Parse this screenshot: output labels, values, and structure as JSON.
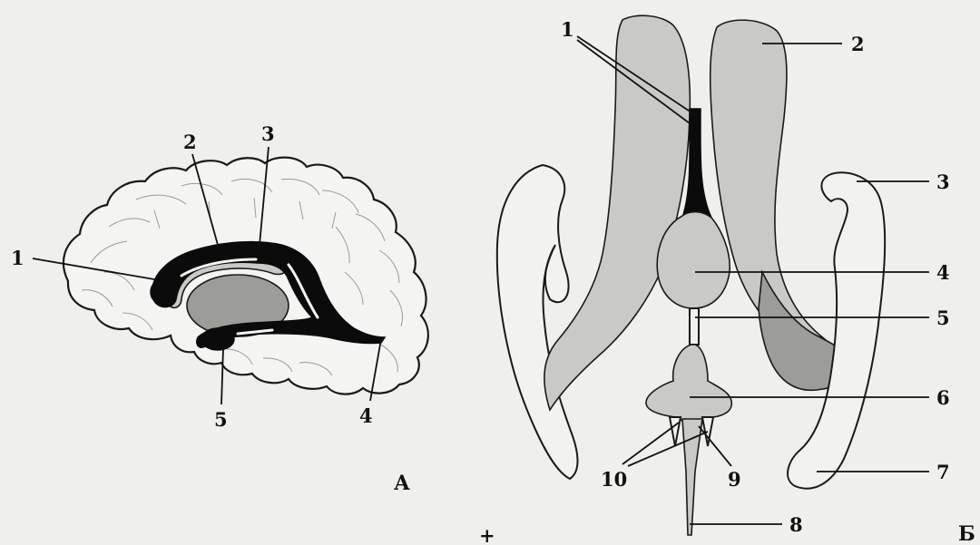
{
  "figure_a": {
    "caption": "А",
    "labels": {
      "l1": "1",
      "l2": "2",
      "l3": "3",
      "l4": "4",
      "l5": "5"
    }
  },
  "figure_b": {
    "caption": "Б",
    "labels": {
      "l1": "1",
      "l2": "2",
      "l3": "3",
      "l4": "4",
      "l5": "5",
      "l6": "6",
      "l7": "7",
      "l8": "8",
      "l9": "9",
      "l10": "10"
    }
  },
  "stray_mark": "+"
}
